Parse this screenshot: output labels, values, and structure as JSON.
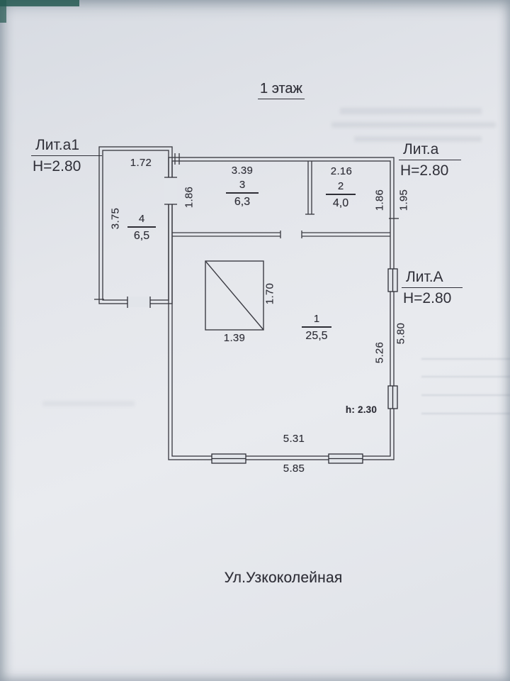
{
  "document": {
    "floor_title": "1 этаж",
    "street_label": "Ул.Узкоколейная"
  },
  "sections": {
    "lit_a1": {
      "label": "Лит.а1",
      "height": "Н=2.80"
    },
    "lit_a": {
      "label": "Лит.а",
      "height": "Н=2.80"
    },
    "lit_big_a": {
      "label": "Лит.А",
      "height": "Н=2.80"
    }
  },
  "rooms": {
    "room1": {
      "number": "1",
      "area": "25,5"
    },
    "room2": {
      "number": "2",
      "area": "4,0"
    },
    "room3": {
      "number": "3",
      "area": "6,3"
    },
    "room4": {
      "number": "4",
      "area": "6,5"
    }
  },
  "dimensions": {
    "room4_width": "1.72",
    "room3_width": "3.39",
    "room2_width": "2.16",
    "room3_height": "1.86",
    "room2_height": "1.86",
    "lit_a_depth": "1.95",
    "room4_height": "3.75",
    "stair_width": "1.39",
    "stair_height": "1.70",
    "room1_inner_height": "5.26",
    "lit_big_a_right_height": "5.80",
    "room1_inner_width": "5.31",
    "room1_outer_width": "5.85",
    "ceiling_height": "h: 2.30"
  },
  "colors": {
    "ink": "#2e2e36",
    "paper": "#e2e5ea",
    "corner_artifact": "#265a52"
  }
}
